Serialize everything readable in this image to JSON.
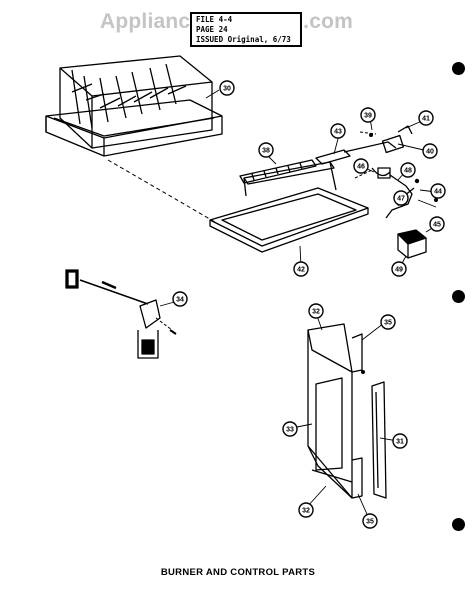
{
  "watermark": "AppliancePartsPros.com",
  "stamp": {
    "line1": "FILE  4-4",
    "line2": "PAGE  24",
    "line3": "ISSUED Original, 6/73"
  },
  "caption": "BURNER AND CONTROL PARTS",
  "callouts": [
    "30",
    "38",
    "39",
    "41",
    "43",
    "40",
    "46",
    "48",
    "44",
    "47",
    "45",
    "42",
    "49",
    "34",
    "32",
    "35",
    "33",
    "31",
    "32",
    "35"
  ]
}
